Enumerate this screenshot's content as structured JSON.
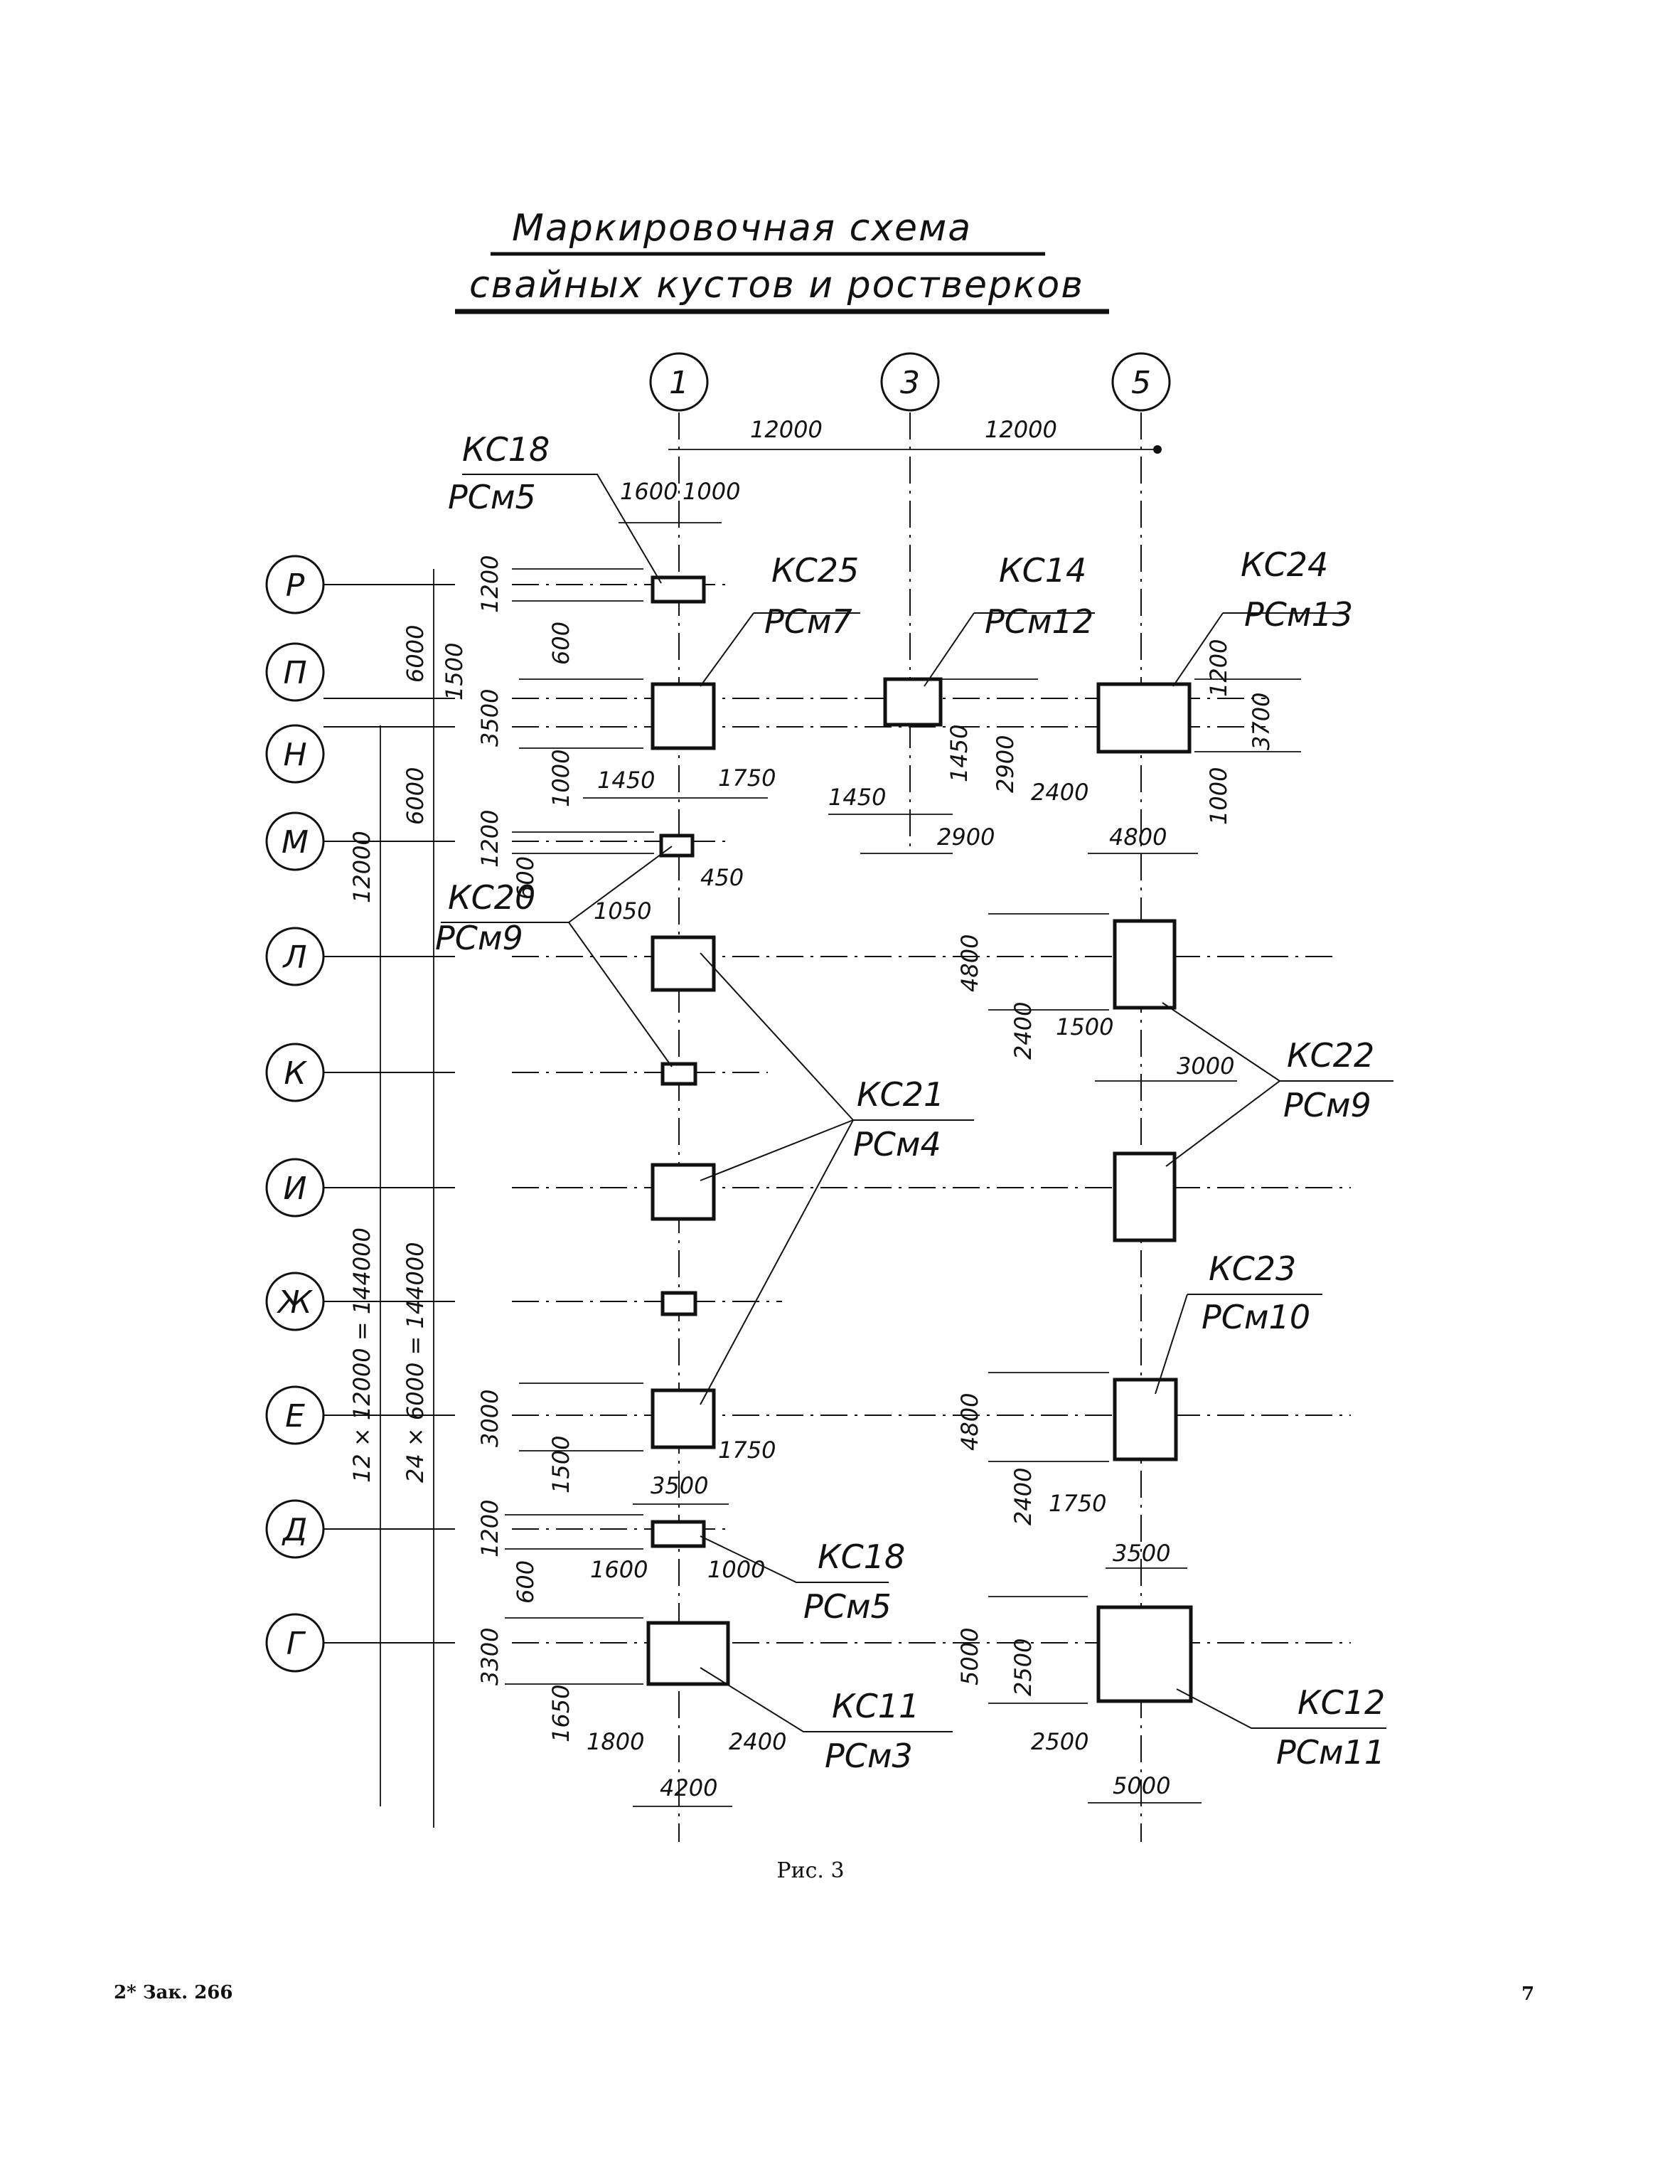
{
  "title": {
    "line1": "Маркировочная схема",
    "line2": "свайных кустов и ростверков"
  },
  "column_axes": [
    "1",
    "3",
    "5"
  ],
  "row_axes": [
    "Р",
    "П",
    "Н",
    "М",
    "Л",
    "К",
    "И",
    "Ж",
    "Е",
    "Д",
    "Г"
  ],
  "overall_dims": {
    "span_1_3": "12000",
    "span_3_5": "12000",
    "total_a": "12 × 12000 = 144000",
    "total_b": "24 × 6000 = 144000",
    "r_p": "6000",
    "p_n": "1500",
    "n_m": "6000",
    "r_m": "12000"
  },
  "marks": [
    {
      "id": "ks18_top",
      "ks": "КС18",
      "rsm": "РСм5"
    },
    {
      "id": "ks25",
      "ks": "КС25",
      "rsm": "РСм7"
    },
    {
      "id": "ks14",
      "ks": "КС14",
      "rsm": "РСм12"
    },
    {
      "id": "ks24",
      "ks": "КС24",
      "rsm": "РСм13"
    },
    {
      "id": "ks20",
      "ks": "КС20",
      "rsm": "РСм9"
    },
    {
      "id": "ks21",
      "ks": "КС21",
      "rsm": "РСм4"
    },
    {
      "id": "ks22",
      "ks": "КС22",
      "rsm": "РСм9"
    },
    {
      "id": "ks23",
      "ks": "КС23",
      "rsm": "РСм10"
    },
    {
      "id": "ks18_bot",
      "ks": "КС18",
      "rsm": "РСм5"
    },
    {
      "id": "ks11",
      "ks": "КС11",
      "rsm": "РСм3"
    },
    {
      "id": "ks12",
      "ks": "КС12",
      "rsm": "РСм11"
    }
  ],
  "dims": {
    "d1600a": "1600",
    "d1000a": "1000",
    "d1200a": "1200",
    "d600a": "600",
    "d3500a": "3500",
    "d1000b": "1000",
    "d1450a": "1450",
    "d1750a": "1750",
    "d1450b": "1450",
    "d1450c": "1450",
    "d2900a": "2900",
    "d2900b": "2900",
    "d2400a": "2400",
    "d4800a": "4800",
    "d1200b": "1200",
    "d3700": "3700",
    "d1000c": "1000",
    "d1200c": "1200",
    "d600b": "600",
    "d450": "450",
    "d1050": "1050",
    "d4800b": "4800",
    "d2400b": "2400",
    "d1500a": "1500",
    "d3000a": "3000",
    "d3000b": "3000",
    "d1500b": "1500",
    "d1750b": "1750",
    "d3500b": "3500",
    "d4800c": "4800",
    "d2400c": "2400",
    "d1750c": "1750",
    "d3500c": "3500",
    "d1200d": "1200",
    "d600c": "600",
    "d1600b": "1600",
    "d1000d": "1000",
    "d3300": "3300",
    "d1650": "1650",
    "d1800": "1800",
    "d2400d": "2400",
    "d4200": "4200",
    "d5000a": "5000",
    "d2500a": "2500",
    "d2500b": "2500",
    "d5000b": "5000"
  },
  "caption": "Рис. 3",
  "footer": {
    "left": "2* Зак. 266",
    "right": "7"
  }
}
